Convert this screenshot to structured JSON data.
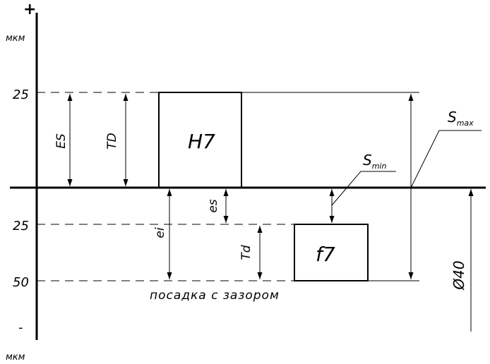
{
  "axis": {
    "plus_sign": "+",
    "minus_sign": "-",
    "unit_top": "мкм",
    "unit_bottom": "мкм",
    "tick_25_upper": "25",
    "tick_25_lower": "25",
    "tick_50": "50"
  },
  "labels": {
    "ES": "ES",
    "TD": "TD",
    "hole_zone": "H7",
    "shaft_zone": "f7",
    "ei": "ei",
    "es": "es",
    "Td": "Td",
    "s_min_base": "S",
    "s_min_sub": "min",
    "s_max_base": "S",
    "s_max_sub": "max",
    "diameter": "Ø40",
    "fit_caption": "посадка с зазором"
  }
}
